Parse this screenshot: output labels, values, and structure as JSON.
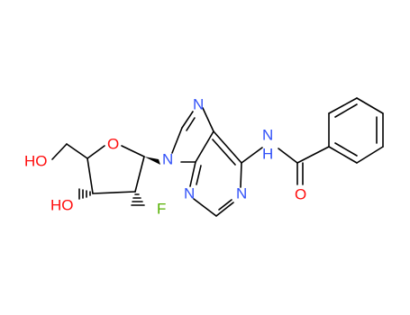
{
  "colors": {
    "carbon_bond": "#000000",
    "oxygen": "#ff0d0d",
    "nitrogen": "#3050f8",
    "fluorine": "#55b000"
  },
  "labels": {
    "ring_oxygen": "O",
    "hydroxyl_5": "HO",
    "hydroxyl_3": "HO",
    "fluoro": "F",
    "n9": "N",
    "n7": "N",
    "n3": "N",
    "n1": "N",
    "amide_nh": "N",
    "amide_h": "H",
    "carbonyl_o": "O"
  }
}
